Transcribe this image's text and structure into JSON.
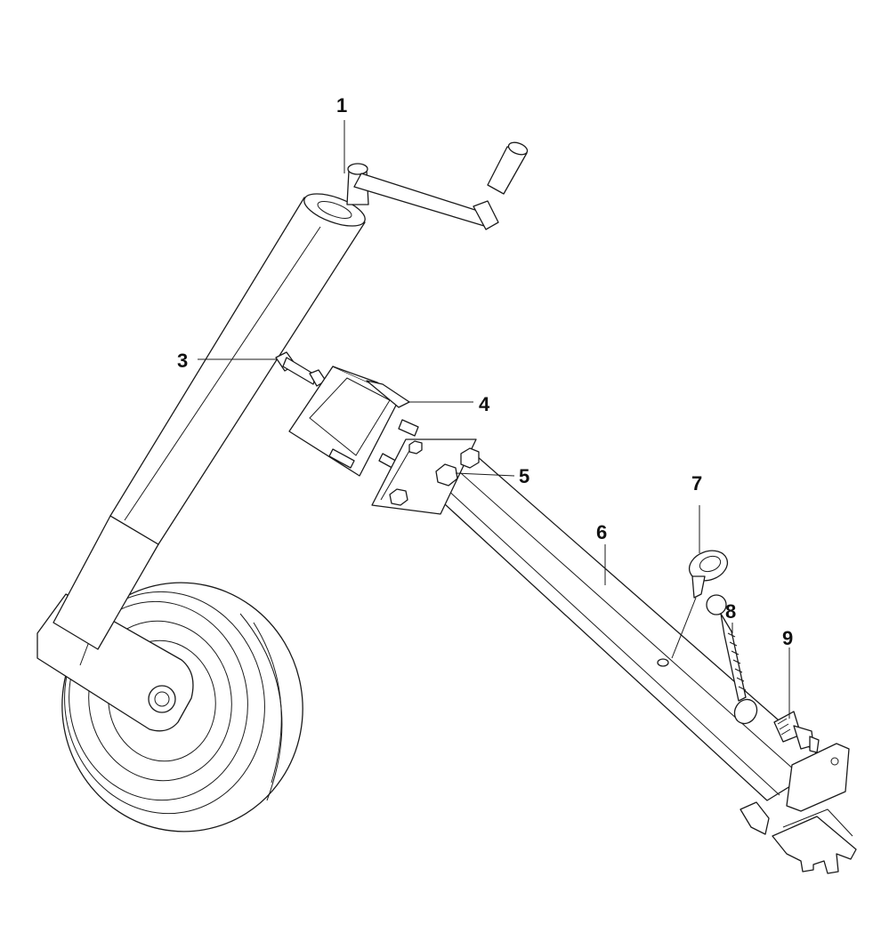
{
  "diagram": {
    "callouts": [
      {
        "id": "1",
        "label": "1"
      },
      {
        "id": "3",
        "label": "3"
      },
      {
        "id": "4",
        "label": "4"
      },
      {
        "id": "5",
        "label": "5"
      },
      {
        "id": "6",
        "label": "6"
      },
      {
        "id": "7",
        "label": "7"
      },
      {
        "id": "8",
        "label": "8"
      },
      {
        "id": "9",
        "label": "9"
      }
    ],
    "colors": {
      "line": "#1a1a1a",
      "background": "#ffffff"
    }
  }
}
